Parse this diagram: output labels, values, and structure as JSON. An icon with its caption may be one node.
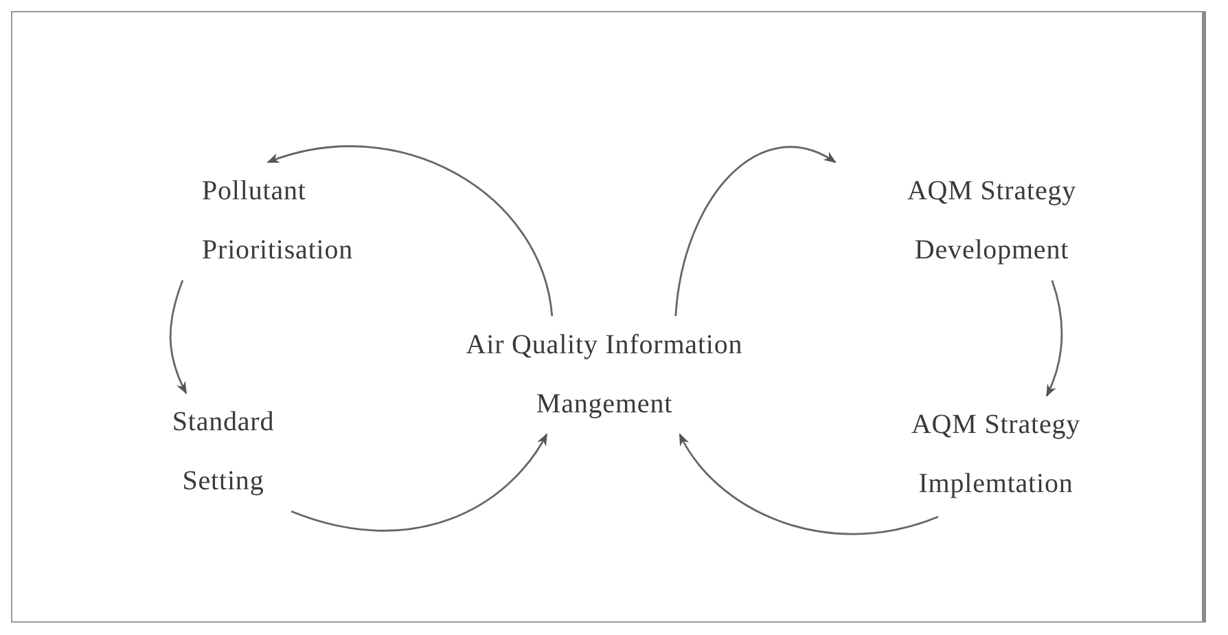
{
  "diagram": {
    "nodes": [
      {
        "text": [
          "Air Quality Information Mangement"
        ]
      },
      {
        "text": [
          "Pollutant Prioritisation"
        ]
      },
      {
        "text": [
          "Standard Setting"
        ]
      },
      {
        "text": [
          "AQM Strategy Development"
        ]
      },
      {
        "text": [
          "AQM Strategy Implemtation"
        ]
      }
    ],
    "edges": [
      {
        "from": 0,
        "to": 1,
        "arrow": "to"
      },
      {
        "from": 1,
        "to": 2,
        "arrow": "to"
      },
      {
        "from": 2,
        "to": 0,
        "arrow": "to"
      },
      {
        "from": 0,
        "to": 3,
        "arrow": "to"
      },
      {
        "from": 3,
        "to": 4,
        "arrow": "to"
      },
      {
        "from": 4,
        "to": 0,
        "arrow": "to"
      }
    ]
  }
}
